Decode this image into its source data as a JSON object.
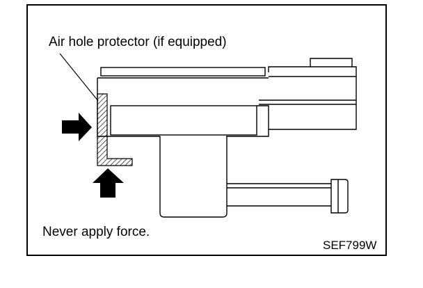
{
  "diagram": {
    "label_protector": "Air hole protector (if equipped)",
    "caption": "Never apply force.",
    "figure_code": "SEF799W"
  }
}
